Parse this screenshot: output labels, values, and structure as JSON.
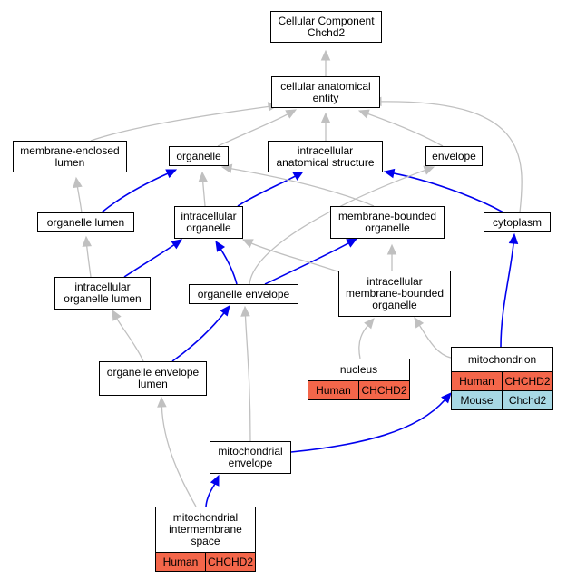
{
  "graph": {
    "colors": {
      "is_a": "#c0c0c0",
      "part_of": "#0000ee",
      "human": "#f4664a",
      "mouse": "#a7d8e4"
    },
    "nodes": [
      {
        "id": "root",
        "label": "Cellular Component\nChchd2"
      },
      {
        "id": "cae",
        "label": "cellular anatomical\nentity"
      },
      {
        "id": "mel",
        "label": "membrane-enclosed\nlumen"
      },
      {
        "id": "organelle",
        "label": "organelle"
      },
      {
        "id": "ias",
        "label": "intracellular\nanatomical structure"
      },
      {
        "id": "envelope",
        "label": "envelope"
      },
      {
        "id": "ol",
        "label": "organelle lumen"
      },
      {
        "id": "io",
        "label": "intracellular\norganelle"
      },
      {
        "id": "mbo",
        "label": "membrane-bounded\norganelle"
      },
      {
        "id": "cyto",
        "label": "cytoplasm"
      },
      {
        "id": "iol",
        "label": "intracellular\norganelle lumen"
      },
      {
        "id": "oe",
        "label": "organelle envelope"
      },
      {
        "id": "imbo",
        "label": "intracellular\nmembrane-bounded\norganelle"
      },
      {
        "id": "oel",
        "label": "organelle envelope\nlumen"
      },
      {
        "id": "nucleus",
        "label": "nucleus",
        "annotations": [
          {
            "species": "Human",
            "gene": "CHCHD2"
          }
        ]
      },
      {
        "id": "mito",
        "label": "mitochondrion",
        "annotations": [
          {
            "species": "Human",
            "gene": "CHCHD2"
          },
          {
            "species": "Mouse",
            "gene": "Chchd2"
          }
        ]
      },
      {
        "id": "me",
        "label": "mitochondrial\nenvelope"
      },
      {
        "id": "mis",
        "label": "mitochondrial\nintermembrane\nspace",
        "annotations": [
          {
            "species": "Human",
            "gene": "CHCHD2"
          }
        ]
      }
    ],
    "edges": [
      {
        "from": "cae",
        "to": "root",
        "type": "is_a"
      },
      {
        "from": "mel",
        "to": "cae",
        "type": "is_a"
      },
      {
        "from": "organelle",
        "to": "cae",
        "type": "is_a"
      },
      {
        "from": "ias",
        "to": "cae",
        "type": "is_a"
      },
      {
        "from": "envelope",
        "to": "cae",
        "type": "is_a"
      },
      {
        "from": "cyto",
        "to": "cae",
        "type": "is_a"
      },
      {
        "from": "ol",
        "to": "mel",
        "type": "is_a"
      },
      {
        "from": "ol",
        "to": "organelle",
        "type": "part_of"
      },
      {
        "from": "io",
        "to": "organelle",
        "type": "is_a"
      },
      {
        "from": "io",
        "to": "ias",
        "type": "part_of"
      },
      {
        "from": "mbo",
        "to": "organelle",
        "type": "is_a"
      },
      {
        "from": "cyto",
        "to": "ias",
        "type": "part_of"
      },
      {
        "from": "iol",
        "to": "ol",
        "type": "is_a"
      },
      {
        "from": "iol",
        "to": "io",
        "type": "part_of"
      },
      {
        "from": "oe",
        "to": "envelope",
        "type": "is_a"
      },
      {
        "from": "oe",
        "to": "io",
        "type": "part_of"
      },
      {
        "from": "oe",
        "to": "mbo",
        "type": "part_of"
      },
      {
        "from": "imbo",
        "to": "io",
        "type": "is_a"
      },
      {
        "from": "imbo",
        "to": "mbo",
        "type": "is_a"
      },
      {
        "from": "oel",
        "to": "iol",
        "type": "is_a"
      },
      {
        "from": "oel",
        "to": "oe",
        "type": "part_of"
      },
      {
        "from": "nucleus",
        "to": "imbo",
        "type": "is_a"
      },
      {
        "from": "mito",
        "to": "imbo",
        "type": "is_a"
      },
      {
        "from": "mito",
        "to": "cyto",
        "type": "part_of"
      },
      {
        "from": "me",
        "to": "oe",
        "type": "is_a"
      },
      {
        "from": "me",
        "to": "mito",
        "type": "part_of"
      },
      {
        "from": "mis",
        "to": "oel",
        "type": "is_a"
      },
      {
        "from": "mis",
        "to": "me",
        "type": "part_of"
      }
    ]
  }
}
